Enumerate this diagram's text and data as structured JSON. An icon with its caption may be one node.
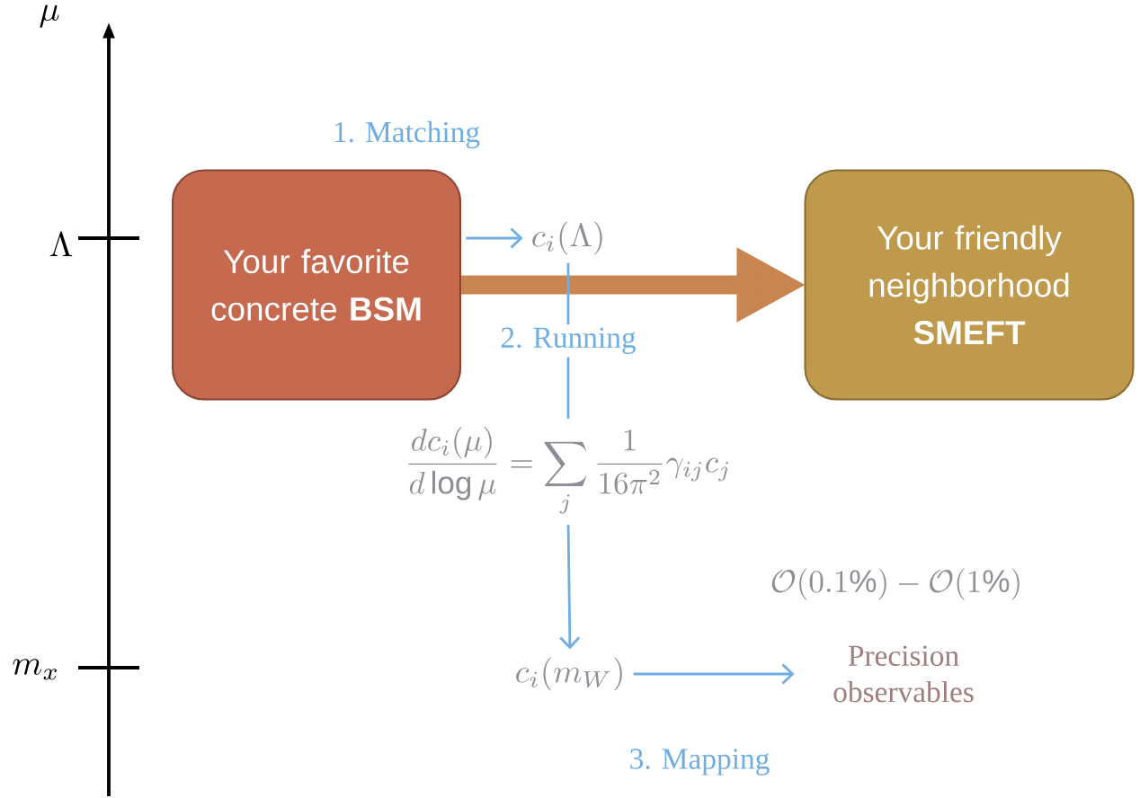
{
  "diagram": {
    "nodes": [
      {
        "text": [
          "Your favorite concrete **BSM**"
        ]
      },
      {
        "text": [
          "Your friendly neighborhood **SMEFT**"
        ]
      },
      {
        "text": [
          "c_i(\\Lambda)"
        ]
      },
      {
        "text": [
          "\\frac{dc_i(\\mu)}{d\\log\\mu}=\\sum_j\\frac{1}{16\\pi^2}\\gamma_{ij}c_j"
        ]
      },
      {
        "text": [
          "c_i(m_W)"
        ]
      },
      {
        "text": [
          "Precision observables"
        ],
        "beside": [
          "\\mathcal{O}(0.1\\%)-\\mathcal{O}(1\\%)"
        ]
      }
    ],
    "edges": [
      {
        "from": 0,
        "to": 2,
        "arrow": "to"
      },
      {
        "from": 0,
        "to": 1,
        "arrow": "to",
        "style": "thick",
        "color": "#c98550"
      },
      {
        "from": 2,
        "to": 3,
        "arrow": "none",
        "label": "2. Running"
      },
      {
        "from": 3,
        "to": 4,
        "arrow": "to"
      },
      {
        "from": 4,
        "to": 5,
        "arrow": "to"
      }
    ],
    "labels": [
      "\\mu",
      "\\Lambda",
      "m_x",
      "1. Matching",
      "3. Mapping"
    ]
  }
}
